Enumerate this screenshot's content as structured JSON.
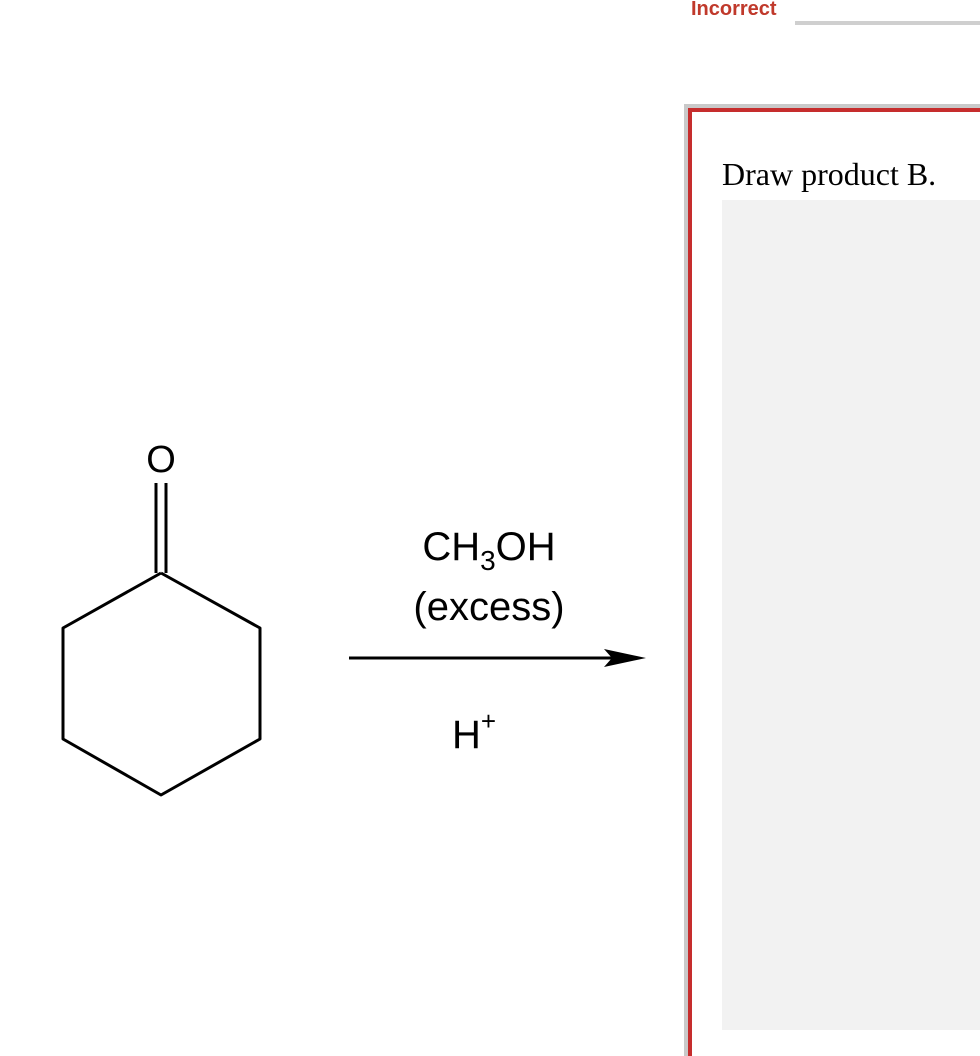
{
  "status": {
    "label": "Incorrect",
    "color": "#c0392b"
  },
  "reaction": {
    "reactant_atom_label": "O",
    "reagent_line1": "CH",
    "reagent_sub": "3",
    "reagent_line1_end": "OH",
    "reagent_line2": "(excess)",
    "catalyst": "H",
    "catalyst_sup": "+",
    "arrow_color": "#000000"
  },
  "answer": {
    "prompt": "Draw product B.",
    "border_color": "#c62d2d"
  }
}
